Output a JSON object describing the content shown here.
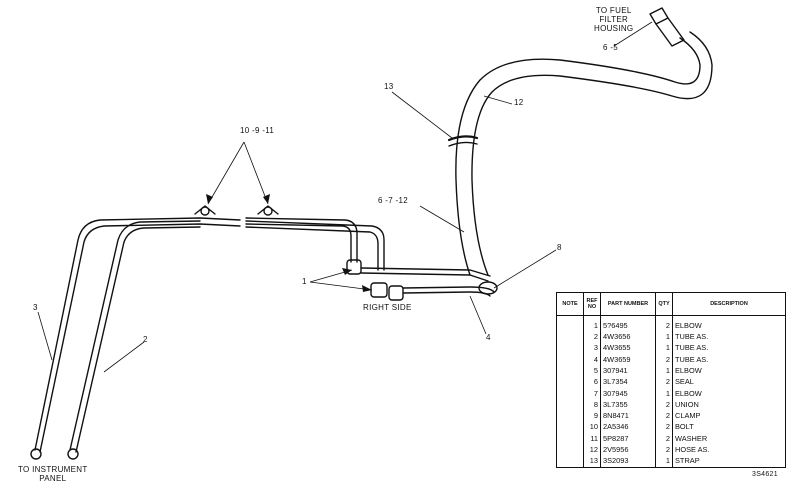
{
  "callouts": {
    "to_fuel_filter": [
      "TO FUEL",
      "FILTER",
      "HOUSING"
    ],
    "c_6_5": "6 -5",
    "c_12": "12",
    "c_13": "13",
    "c_10_9_11": "10 -9 -11",
    "c_6_7_12": "6 -7 -12",
    "c_8": "8",
    "c_1": "1",
    "right_side": "RIGHT SIDE",
    "c_4": "4",
    "c_3": "3",
    "c_2": "2",
    "to_instrument_panel": [
      "TO INSTRUMENT",
      "PANEL"
    ]
  },
  "parts_table": {
    "headers": [
      "NOTE",
      "REF NO",
      "PART NUMBER",
      "QTY",
      "DESCRIPTION"
    ],
    "rows": [
      {
        "ref": "1",
        "part": "5?6495",
        "qty": "2",
        "desc": "ELBOW"
      },
      {
        "ref": "2",
        "part": "4W3656",
        "qty": "1",
        "desc": "TUBE AS."
      },
      {
        "ref": "3",
        "part": "4W3655",
        "qty": "1",
        "desc": "TUBE AS."
      },
      {
        "ref": "4",
        "part": "4W3659",
        "qty": "2",
        "desc": "TUBE AS."
      },
      {
        "ref": "5",
        "part": "307941",
        "qty": "1",
        "desc": "ELBOW"
      },
      {
        "ref": "6",
        "part": "3L7354",
        "qty": "2",
        "desc": "SEAL"
      },
      {
        "ref": "7",
        "part": "307945",
        "qty": "1",
        "desc": "ELBOW"
      },
      {
        "ref": "8",
        "part": "3L7355",
        "qty": "2",
        "desc": "UNION"
      },
      {
        "ref": "9",
        "part": "8N8471",
        "qty": "2",
        "desc": "CLAMP"
      },
      {
        "ref": "10",
        "part": "2A5346",
        "qty": "2",
        "desc": "BOLT"
      },
      {
        "ref": "11",
        "part": "5P8287",
        "qty": "2",
        "desc": "WASHER"
      },
      {
        "ref": "12",
        "part": "2V5956",
        "qty": "2",
        "desc": "HOSE AS."
      },
      {
        "ref": "13",
        "part": "3S2093",
        "qty": "1",
        "desc": "STRAP"
      }
    ]
  },
  "drawing_number": "3S4621"
}
